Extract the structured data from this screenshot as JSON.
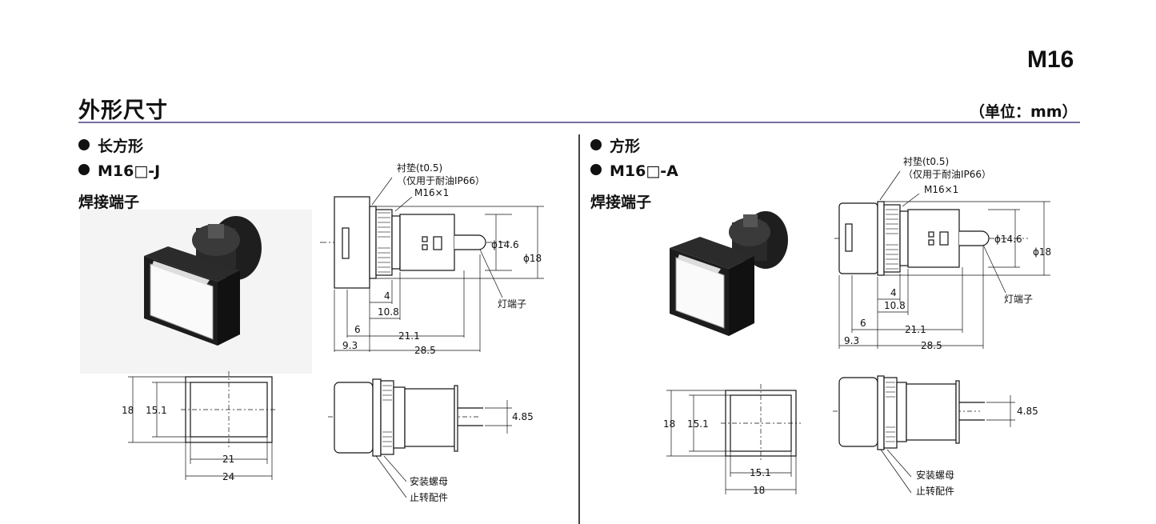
{
  "header": {
    "model": "M16",
    "title": "外形尺寸",
    "unit": "（单位：mm）"
  },
  "left": {
    "shape": "长方形",
    "model": "M16□-J",
    "terminal": "焊接端子",
    "gasket_label": "衬垫(t0.5)",
    "gasket_note": "（仅用于耐油IP66）",
    "thread": "M16×1",
    "lamp_terminal": "灯端子",
    "mount_nut": "安装螺母",
    "anti_rotation": "止转配件",
    "dims": {
      "d14_6": "ϕ14.6",
      "d18": "ϕ18",
      "v4": "4",
      "v10_8": "10.8",
      "v6": "6",
      "v21_1": "21.1",
      "v9_3": "9.3",
      "v28_5": "28.5",
      "v4_85": "4.85",
      "front_h": "18",
      "front_h_inner": "15.1",
      "front_w_inner": "21",
      "front_w": "24"
    }
  },
  "right": {
    "shape": "方形",
    "model": "M16□-A",
    "terminal": "焊接端子",
    "gasket_label": "衬垫(t0.5)",
    "gasket_note": "（仅用于耐油IP66）",
    "thread": "M16×1",
    "lamp_terminal": "灯端子",
    "mount_nut": "安装螺母",
    "anti_rotation": "止转配件",
    "dims": {
      "d14_6": "ϕ14.6",
      "d18": "ϕ18",
      "v4": "4",
      "v10_8": "10.8",
      "v6": "6",
      "v21_1": "21.1",
      "v9_3": "9.3",
      "v28_5": "28.5",
      "v4_85": "4.85",
      "front_h": "18",
      "front_h_inner": "15.1",
      "front_w_inner": "15.1",
      "front_w": "18"
    }
  }
}
